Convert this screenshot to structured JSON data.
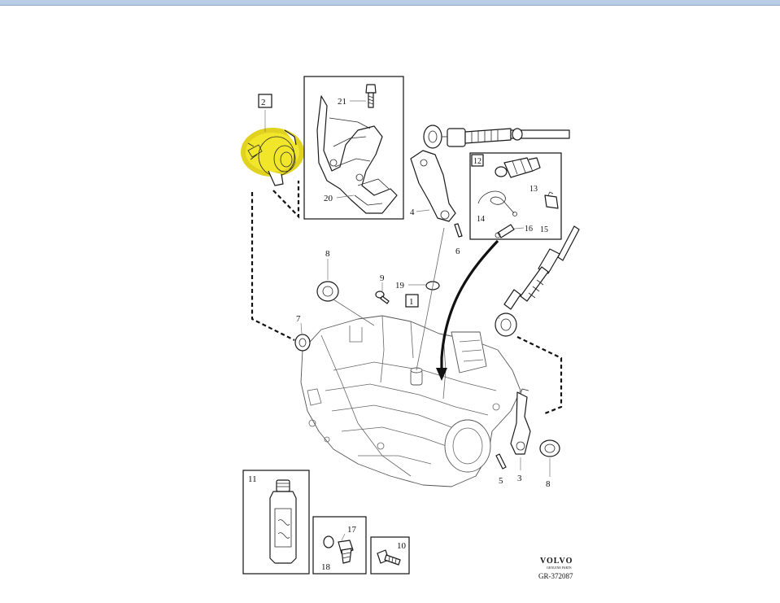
{
  "diagram": {
    "highlight_color": "#f2e62a",
    "callouts": {
      "c1": "1",
      "c2": "2",
      "c3": "3",
      "c4": "4",
      "c5": "5",
      "c6": "6",
      "c7": "7",
      "c8a": "8",
      "c8b": "8",
      "c9": "9",
      "c10": "10",
      "c11": "11",
      "c12": "12",
      "c13": "13",
      "c14": "14",
      "c15": "15",
      "c16": "16",
      "c17": "17",
      "c18": "18",
      "c19": "19",
      "c20": "20",
      "c21": "21"
    },
    "brand": "VOLVO",
    "brand_sub": "GENUINE PARTS",
    "figure_code": "GR-372087"
  }
}
